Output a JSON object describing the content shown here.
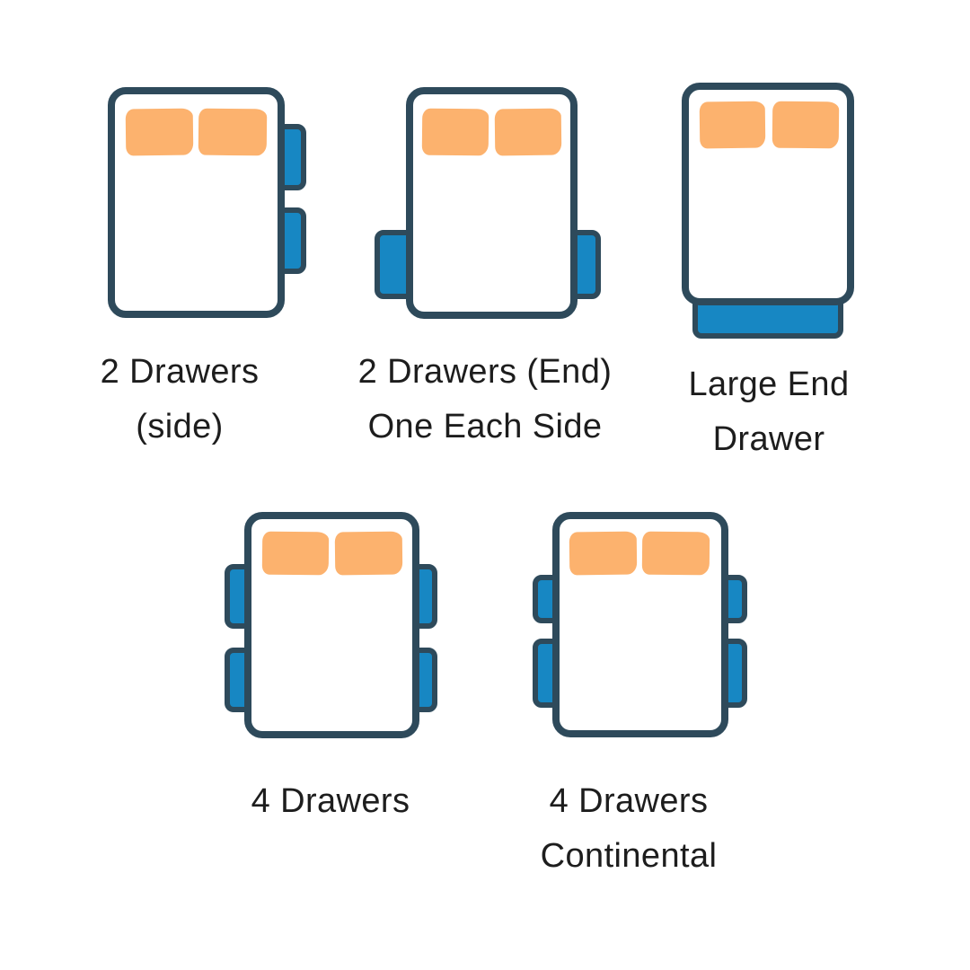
{
  "colors": {
    "background": "#ffffff",
    "outline": "#2e4a5b",
    "bed_fill": "#ffffff",
    "drawer_blue": "#1787c3",
    "pillow_orange": "#fcb26e",
    "text": "#1d1d1d"
  },
  "figures": [
    {
      "name": "2-drawers-side",
      "label": [
        "2 Drawers",
        "(side)"
      ],
      "pillow_count": 2,
      "drawer_count": 2,
      "drawer_layout": "two drawers stacked on right side"
    },
    {
      "name": "2-drawers-end-one-each-side",
      "label": [
        "2 Drawers (End)",
        "One Each Side"
      ],
      "pillow_count": 2,
      "drawer_count": 2,
      "drawer_layout": "one drawer per side at foot end"
    },
    {
      "name": "large-end-drawer",
      "label": [
        "Large End",
        "Drawer"
      ],
      "pillow_count": 2,
      "drawer_count": 1,
      "drawer_layout": "single wide drawer across foot end"
    },
    {
      "name": "4-drawers",
      "label": [
        "4 Drawers"
      ],
      "pillow_count": 2,
      "drawer_count": 4,
      "drawer_layout": "two drawers on each side"
    },
    {
      "name": "4-drawers-continental",
      "label": [
        "4 Drawers",
        "Continental"
      ],
      "pillow_count": 2,
      "drawer_count": 4,
      "drawer_layout": "two drawers on each side, shorter upper drawers"
    }
  ]
}
